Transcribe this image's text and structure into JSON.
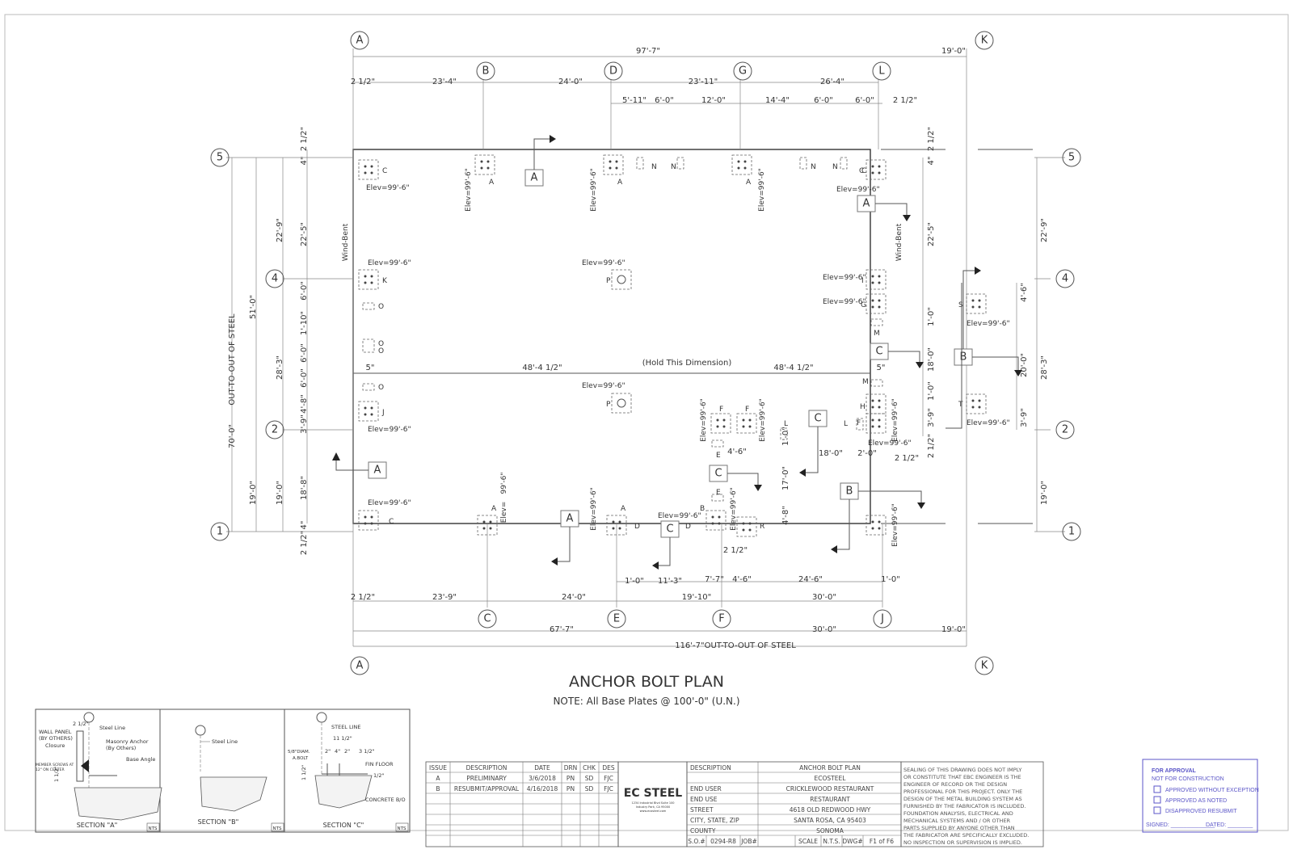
{
  "title": "ANCHOR BOLT PLAN",
  "note": "NOTE: All Base Plates @ 100'-0\" (U.N.)",
  "hold_dimension": "(Hold This Dimension)",
  "grid_lines": {
    "top": [
      "A",
      "B",
      "D",
      "G",
      "L",
      "K"
    ],
    "bottom": [
      "A",
      "C",
      "E",
      "F",
      "J",
      "K"
    ],
    "left": [
      "5",
      "4",
      "2",
      "1"
    ],
    "right": [
      "5",
      "4",
      "2",
      "1"
    ]
  },
  "dimensions": {
    "top_overall": "97'-7\"",
    "top_right": "19'-0\"",
    "top_row": [
      "2 1/2\"",
      "23'-4\"",
      "24'-0\"",
      "23'-11\"",
      "26'-4\""
    ],
    "top_sub": [
      "5'-11\"",
      "6'-0\"",
      "12'-0\"",
      "14'-4\"",
      "6'-0\"",
      "6'-0\"",
      "2 1/2\""
    ],
    "bottom_row": [
      "2 1/2\"",
      "23'-9\"",
      "24'-0\"",
      "19'-10\"",
      "30'-0\""
    ],
    "bottom_sub": [
      "1'-0\"",
      "11'-3\"",
      "7'-7\"",
      "4'-6\"",
      "24'-6\"",
      "1'-0\""
    ],
    "bottom_overall": [
      "67'-7\"",
      "30'-0\"",
      "19'-0\""
    ],
    "bottom_total": "116'-7\"OUT-TO-OUT OF STEEL",
    "left_overall": "70'-0\"",
    "left_out": "OUT-TO-OUT OF STEEL",
    "left_a": [
      "51'-0\"",
      "19'-0\""
    ],
    "left_b": [
      "22'-9\"",
      "28'-3\"",
      "19'-0\""
    ],
    "left_c": [
      "2 1/2\"",
      "4\"",
      "22'-5\"",
      "6'-0\"",
      "1'-10\"",
      "6'-0\"",
      "6'-0\"",
      "4'-8\"",
      "3'-9\"",
      "18'-8\"",
      "4\"",
      "2 1/2\""
    ],
    "right_a": [
      "22'-9\"",
      "28'-3\"",
      "19'-0\""
    ],
    "right_b": [
      "2 1/2\"",
      "4\"",
      "22'-5\"",
      "4'-6\"",
      "20'-0\"",
      "3'-9\""
    ],
    "right_c": [
      "1'-0\"",
      "18'-0\"",
      "1'-0\"",
      "3'-9\"",
      "2 1/2\""
    ],
    "middle": [
      "5\"",
      "48'-4 1/2\"",
      "48'-4 1/2\"",
      "5\""
    ],
    "interior": [
      "4'-6\"",
      "18'-0\"",
      "2'-0\"",
      "2 1/2\"",
      "17'-0\"",
      "4'-8\"",
      "1'-0\"",
      "2 1/2\""
    ]
  },
  "elevations": {
    "elev": "Elev=99'-6\"",
    "elev_split": "Elev=",
    "elev_val": "99'-6\""
  },
  "plate_labels": [
    "C",
    "A",
    "A",
    "N",
    "N",
    "A",
    "N",
    "N",
    "C",
    "K",
    "O",
    "O",
    "O",
    "O",
    "J",
    "C",
    "A",
    "A",
    "D",
    "B",
    "E",
    "E",
    "F",
    "F",
    "D",
    "R",
    "L",
    "L",
    "F",
    "H",
    "M",
    "M",
    "G",
    "I",
    "S",
    "T",
    "P",
    "P",
    "C"
  ],
  "wind_bent": "Wind-Bent",
  "section_tags": [
    "A",
    "A",
    "A",
    "A",
    "B",
    "B",
    "C",
    "C",
    "C",
    "C"
  ],
  "sections": [
    {
      "label": "SECTION \"A\"",
      "nts": "NTS",
      "notes": [
        "WALL PANEL",
        "(BY OTHERS)",
        "Closure",
        "MEMBER SCREWS AT",
        "12\" ON CENTER",
        "2 1/2\"",
        "Steel Line",
        "Masonry Anchor",
        "(By Others)",
        "Base Angle",
        "1 1/2\""
      ]
    },
    {
      "label": "SECTION \"B\"",
      "nts": "NTS",
      "notes": [
        "Steel Line"
      ]
    },
    {
      "label": "SECTION \"C\"",
      "nts": "NTS",
      "notes": [
        "STEEL LINE",
        "11 1/2\"",
        "2\"",
        "4\"",
        "2\"",
        "3 1/2\"",
        "5/8\"DIAM.",
        "A.BOLT",
        "1 1/2\"",
        "FIN FLOOR",
        "1/2\"",
        "CONCRETE B/O"
      ]
    }
  ],
  "revisions": {
    "headers": [
      "ISSUE",
      "DESCRIPTION",
      "DATE",
      "DRN",
      "CHK",
      "DES"
    ],
    "rows": [
      [
        "A",
        "PRELIMINARY",
        "3/6/2018",
        "PN",
        "SD",
        "FJC"
      ],
      [
        "B",
        "RESUBMIT/APPROVAL",
        "4/16/2018",
        "PN",
        "SD",
        "FJC"
      ]
    ]
  },
  "logo": {
    "brand": "EC STEEL",
    "addr1": "1234 Industrial Blvd Suite 100",
    "addr2": "Industry Park, CA 95000",
    "contact": "www.ecosteel.com"
  },
  "project": {
    "rows": [
      [
        "DESCRIPTION",
        "ANCHOR BOLT PLAN"
      ],
      [
        "",
        "ECOSTEEL"
      ],
      [
        "END USER",
        "CRICKLEWOOD RESTAURANT"
      ],
      [
        "END USE",
        "RESTAURANT"
      ],
      [
        "STREET",
        "4618 OLD REDWOOD HWY"
      ],
      [
        "CITY, STATE, ZIP",
        "SANTA ROSA, CA 95403"
      ],
      [
        "COUNTY",
        "SONOMA"
      ]
    ],
    "footer": [
      "S.O.#",
      "0294-R8",
      "JOB#",
      "",
      "SCALE",
      "N.T.S.",
      "DWG#",
      "F1 of F6"
    ]
  },
  "disclaimer": [
    "SEALING OF THIS DRAWING DOES NOT IMPLY",
    "OR CONSTITUTE THAT EBC ENGINEER IS THE",
    "ENGINEER OF RECORD OR THE DESIGN",
    "PROFESSIONAL FOR THIS PROJECT. ONLY THE",
    "DESIGN OF THE METAL BUILDING SYSTEM AS",
    "FURNISHED BY THE FABRICATOR IS INCLUDED.",
    "FOUNDATION ANALYSIS, ELECTRICAL AND",
    "MECHANICAL SYSTEMS AND / OR OTHER",
    "PARTS SUPPLIED BY ANYONE OTHER THAN",
    "THE FABRICATOR ARE SPECIFICALLY EXCLUDED.",
    "NO INSPECTION OR SUPERVISION IS IMPLIED."
  ],
  "approval": {
    "title": "FOR APPROVAL",
    "subtitle": "NOT FOR CONSTRUCTION",
    "options": [
      "APPROVED WITHOUT EXCEPTION",
      "APPROVED AS NOTED",
      "DISAPPROVED RESUBMIT"
    ],
    "signed": "SIGNED: ______________",
    "dated": "DATED: ________"
  }
}
